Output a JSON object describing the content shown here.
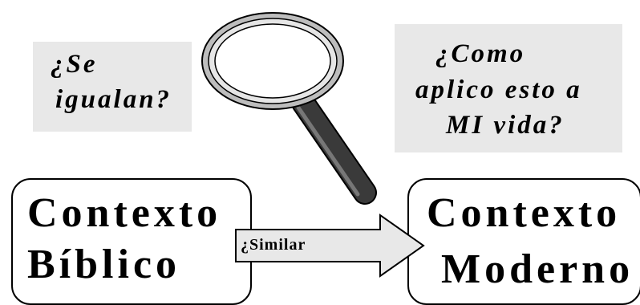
{
  "notes": {
    "left": [
      "¿Se",
      "igualan?"
    ],
    "right": [
      "¿Como",
      "aplico esto a",
      "MI vida?"
    ]
  },
  "boxes": {
    "biblical": [
      "Contexto",
      "Bíblico"
    ],
    "modern": [
      "Contexto",
      "Moderno"
    ]
  },
  "arrow": {
    "label": "¿Similar"
  },
  "colors": {
    "note_bg": "#e8e8e8",
    "arrow_fill": "#e8e8e8",
    "handle": "#333333"
  },
  "icons": {
    "magnifier": "magnifying-glass-icon"
  }
}
